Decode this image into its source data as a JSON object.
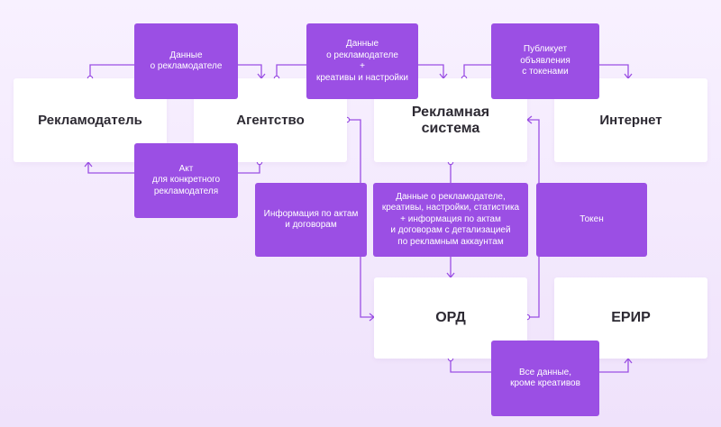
{
  "nodes": {
    "advertiser": "Рекламодатель",
    "agency": "Агентство",
    "ad_system": "Рекламная\nсистема",
    "internet": "Интернет",
    "ord": "ОРД",
    "erir": "ЕРИР"
  },
  "labels": {
    "advertiser_data": "Данные\nо рекламодателе",
    "advertiser_data_creatives": "Данные\nо рекламодателе\n+\nкреативы и настройки",
    "publishes_ads": "Публикует\nобъявления\nс токенами",
    "act": "Акт\nдля конкретного\nрекламодателя",
    "acts_info": "Информация по актам\nи договорам",
    "full_data": "Данные о рекламодателе,\nкреативы, настройки, статистика\n+ информация по актам\nи договорам с детализацией\nпо рекламным аккаунтам",
    "token": "Токен",
    "all_except_creatives": "Все данные,\nкроме креативов"
  },
  "colors": {
    "accent": "#9b4fe4",
    "node_bg": "#ffffff",
    "background": "#f5ecfd"
  }
}
